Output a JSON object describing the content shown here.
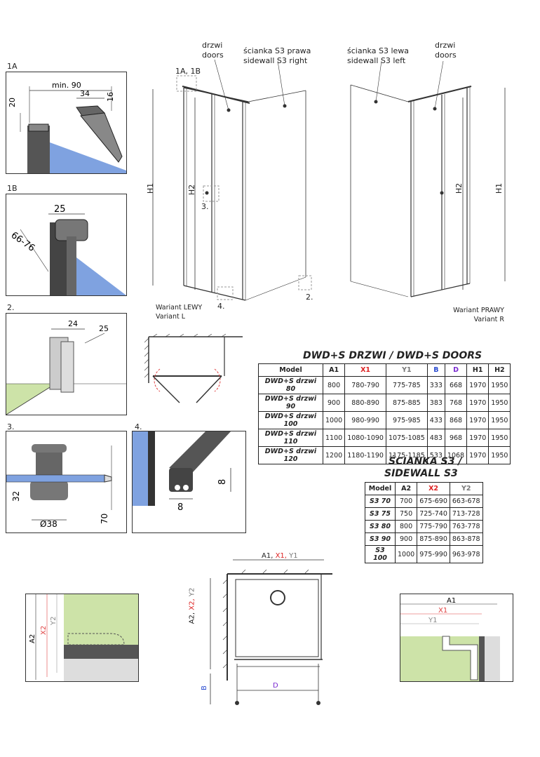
{
  "labels": {
    "drzwi_doors_left": [
      "drzwi",
      "doors"
    ],
    "sidewall_right": [
      "ścianka S3 prawa",
      "sidewall S3 right"
    ],
    "sidewall_left": [
      "ścianka S3 lewa",
      "sidewall S3 left"
    ],
    "drzwi_doors_right": [
      "drzwi",
      "doors"
    ],
    "callout_1a1b": "1A, 1B",
    "h1": "H1",
    "h2": "H2",
    "ref3": "3.",
    "ref4": "4.",
    "ref2": "2.",
    "variant_left": [
      "Wariant LEWY",
      "Variant L"
    ],
    "variant_right": [
      "Wariant PRAWY",
      "Variant R"
    ]
  },
  "details": {
    "d1a": {
      "label": "1A",
      "min": "min. 90",
      "dim34": "34",
      "dim16": "16",
      "dim20": "20"
    },
    "d1b": {
      "label": "1B",
      "dim25": "25",
      "dim6676": "66-76"
    },
    "d2": {
      "label": "2.",
      "dim24": "24",
      "dim25": "25"
    },
    "d3": {
      "label": "3.",
      "dim32": "32",
      "dim38": "Ø38",
      "dim70": "70"
    },
    "d4": {
      "label": "4.",
      "dim8a": "8",
      "dim8b": "8"
    }
  },
  "doors_table": {
    "title": "DWD+S DRZWI /  DWD+S DOORS",
    "headers": [
      "Model",
      "A1",
      "X1",
      "Y1",
      "B",
      "D",
      "H1",
      "H2"
    ],
    "rows": [
      [
        "DWD+S drzwi 80",
        "800",
        "780-790",
        "775-785",
        "333",
        "668",
        "1970",
        "1950"
      ],
      [
        "DWD+S drzwi 90",
        "900",
        "880-890",
        "875-885",
        "383",
        "768",
        "1970",
        "1950"
      ],
      [
        "DWD+S drzwi 100",
        "1000",
        "980-990",
        "975-985",
        "433",
        "868",
        "1970",
        "1950"
      ],
      [
        "DWD+S drzwi 110",
        "1100",
        "1080-1090",
        "1075-1085",
        "483",
        "968",
        "1970",
        "1950"
      ],
      [
        "DWD+S drzwi 120",
        "1200",
        "1180-1190",
        "1175-1185",
        "533",
        "1068",
        "1970",
        "1950"
      ]
    ]
  },
  "sidewall_table": {
    "title_line1": "ŚCIANKA S3 /",
    "title_line2": "SIDEWALL S3",
    "headers": [
      "Model",
      "A2",
      "X2",
      "Y2"
    ],
    "rows": [
      [
        "S3 70",
        "700",
        "675-690",
        "663-678"
      ],
      [
        "S3 75",
        "750",
        "725-740",
        "713-728"
      ],
      [
        "S3 80",
        "800",
        "775-790",
        "763-778"
      ],
      [
        "S3 90",
        "900",
        "875-890",
        "863-878"
      ],
      [
        "S3 100",
        "1000",
        "975-990",
        "963-978"
      ]
    ]
  },
  "plan": {
    "top_dim": [
      "A1,",
      "X1,",
      "Y1"
    ],
    "side_dim": [
      "A2,",
      "X2,",
      "Y2"
    ],
    "b": "B",
    "d": "D"
  },
  "left_detail": {
    "a2": "A2",
    "x2": "X2",
    "y2": "Y2"
  },
  "right_detail": {
    "a1": "A1",
    "x1": "X1",
    "y1": "Y1"
  },
  "colors": {
    "glass": "#7fa2e0",
    "floor": "#cde3a8",
    "accent_red": "#e04040",
    "accent_blue": "#2a4bd0"
  }
}
